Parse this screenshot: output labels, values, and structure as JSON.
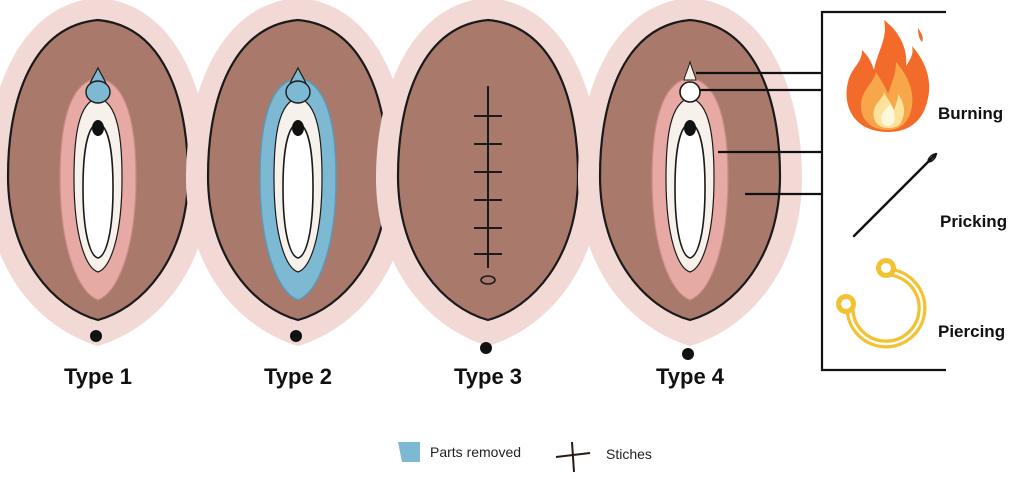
{
  "types": [
    {
      "label": "Type 1"
    },
    {
      "label": "Type 2"
    },
    {
      "label": "Type 3"
    },
    {
      "label": "Type 4"
    }
  ],
  "type4_methods": [
    {
      "label": "Burning",
      "icon": "fire-icon"
    },
    {
      "label": "Pricking",
      "icon": "needle-icon"
    },
    {
      "label": "Piercing",
      "icon": "ring-icon"
    }
  ],
  "legend": {
    "removed_label": "Parts removed",
    "stitches_label": "Stiches"
  },
  "colors": {
    "skin_dark": "#a97a6c",
    "skin_light": "#f3d9d6",
    "inner_pink": "#e7a9a3",
    "removed_blue": "#7db9d2",
    "outline": "#1a1a1a",
    "fire_orange": "#f26b2a",
    "ring_yellow": "#f2c232"
  }
}
